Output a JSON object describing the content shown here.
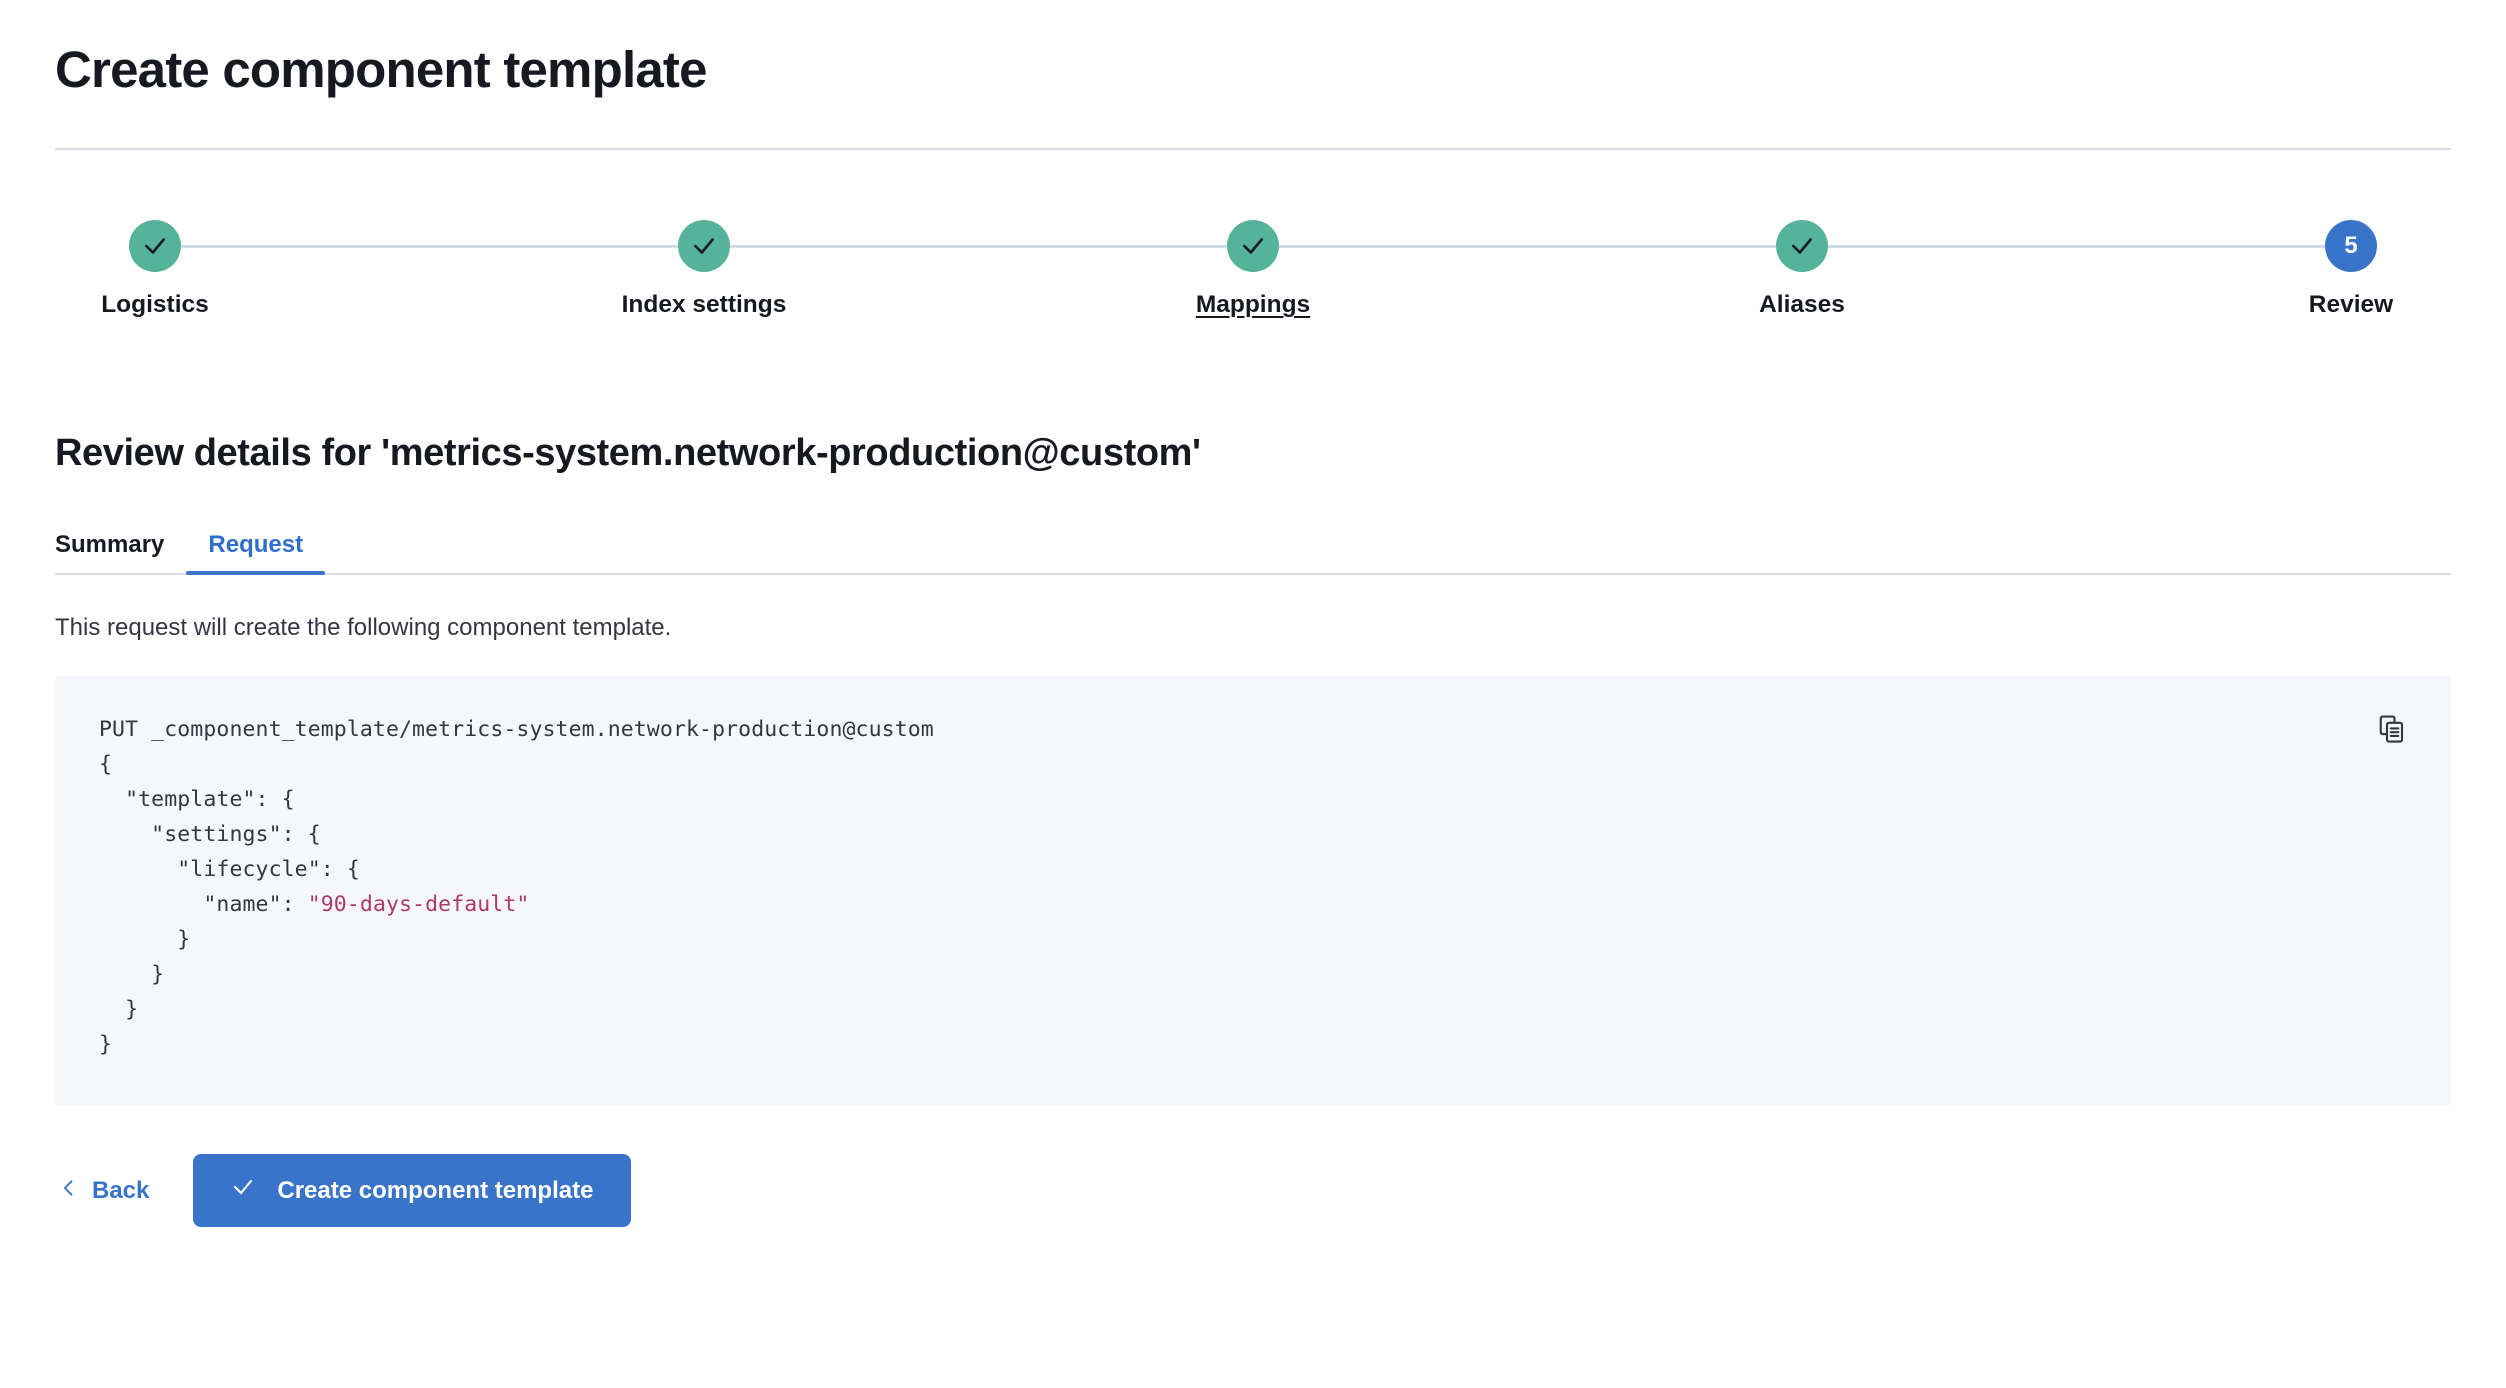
{
  "page": {
    "title": "Create component template"
  },
  "stepper": {
    "steps": [
      {
        "label": "Logistics",
        "state": "complete",
        "icon": "check-icon",
        "number": "1"
      },
      {
        "label": "Index settings",
        "state": "complete",
        "icon": "check-icon",
        "number": "2"
      },
      {
        "label": "Mappings",
        "state": "complete",
        "icon": "check-icon",
        "number": "3"
      },
      {
        "label": "Aliases",
        "state": "complete",
        "icon": "check-icon",
        "number": "4"
      },
      {
        "label": "Review",
        "state": "current",
        "icon": "",
        "number": "5"
      }
    ],
    "complete_color": "#54b399",
    "current_color": "#3a74c9",
    "connector_color": "#d3dae6"
  },
  "review": {
    "heading": "Review details for 'metrics-system.network-production@custom'",
    "tabs": [
      {
        "label": "Summary",
        "active": false
      },
      {
        "label": "Request",
        "active": true
      }
    ],
    "description": "This request will create the following component template.",
    "copy_icon": "copy-clipboard-icon",
    "code": {
      "line_1": "PUT _component_template/metrics-system.network-production@custom",
      "line_2": "{",
      "line_3": "  \"template\": {",
      "line_4": "    \"settings\": {",
      "line_5": "      \"lifecycle\": {",
      "line_6_key": "        \"name\": ",
      "line_6_value": "\"90-days-default\"",
      "line_7": "      }",
      "line_8": "    }",
      "line_9": "  }",
      "line_10": "}",
      "string_color": "#ad396a",
      "background": "#f5f7fa"
    }
  },
  "actions": {
    "back_label": "Back",
    "back_icon": "chevron-left-icon",
    "submit_label": "Create component template",
    "submit_icon": "check-icon",
    "submit_color": "#3a74c9"
  }
}
